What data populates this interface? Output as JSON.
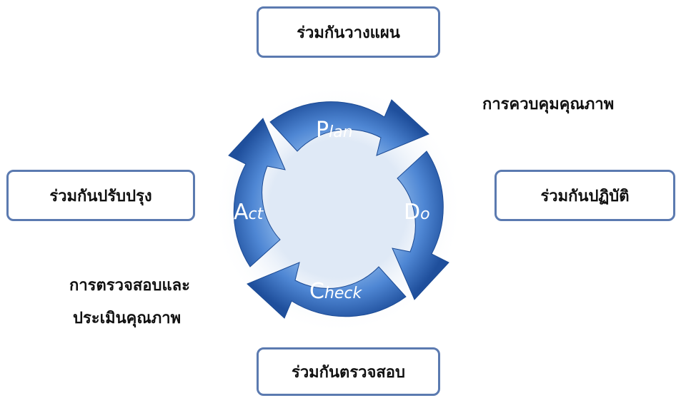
{
  "boxes": {
    "top": "ร่วมกันวางแผน",
    "left": "ร่วมกันปรับปรุง",
    "right": "ร่วมกันปฏิบัติ",
    "bottom": "ร่วมกันตรวจสอบ"
  },
  "labels": {
    "quality_control": "การควบคุมคุณภาพ",
    "assessment_line1": "การตรวจสอบและ",
    "assessment_line2": "ประเมินคุณภาพ"
  },
  "cycle": {
    "plan": {
      "initial": "P",
      "rest": "lan"
    },
    "do": {
      "initial": "D",
      "rest": "o"
    },
    "check": {
      "initial": "C",
      "rest": "heck"
    },
    "act": {
      "initial": "A",
      "rest": "ct"
    }
  },
  "colors": {
    "box_border": "#5b7ab0",
    "arrow_dark": "#1f4f9c",
    "arrow_light": "#6fa3e0"
  }
}
